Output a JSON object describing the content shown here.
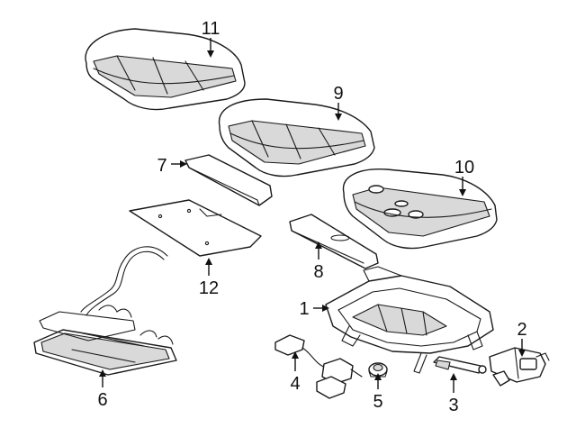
{
  "callouts": [
    {
      "id": "c1",
      "number": "1"
    },
    {
      "id": "c2",
      "number": "2"
    },
    {
      "id": "c3",
      "number": "3"
    },
    {
      "id": "c4",
      "number": "4"
    },
    {
      "id": "c5",
      "number": "5"
    },
    {
      "id": "c6",
      "number": "6"
    },
    {
      "id": "c7",
      "number": "7"
    },
    {
      "id": "c8",
      "number": "8"
    },
    {
      "id": "c9",
      "number": "9"
    },
    {
      "id": "c10",
      "number": "10"
    },
    {
      "id": "c11",
      "number": "11"
    },
    {
      "id": "c12",
      "number": "12"
    }
  ],
  "colors": {
    "line": "#1a1a1a",
    "shade": "#d9d9d9",
    "background": "#ffffff"
  }
}
